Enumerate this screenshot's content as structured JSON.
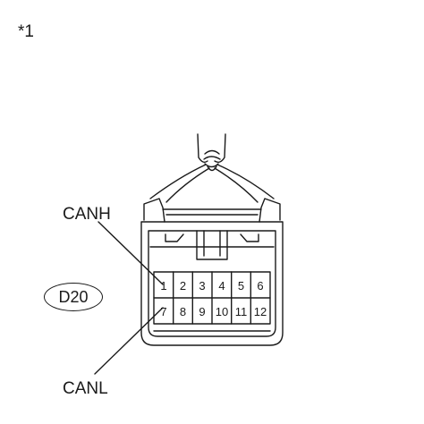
{
  "diagram": {
    "ref_mark": "*1",
    "connector_code": "D20",
    "labels": {
      "canh": "CANH",
      "canl": "CANL"
    },
    "pins": [
      [
        "1",
        "2",
        "3",
        "4",
        "5",
        "6"
      ],
      [
        "7",
        "8",
        "9",
        "10",
        "11",
        "12"
      ]
    ]
  }
}
